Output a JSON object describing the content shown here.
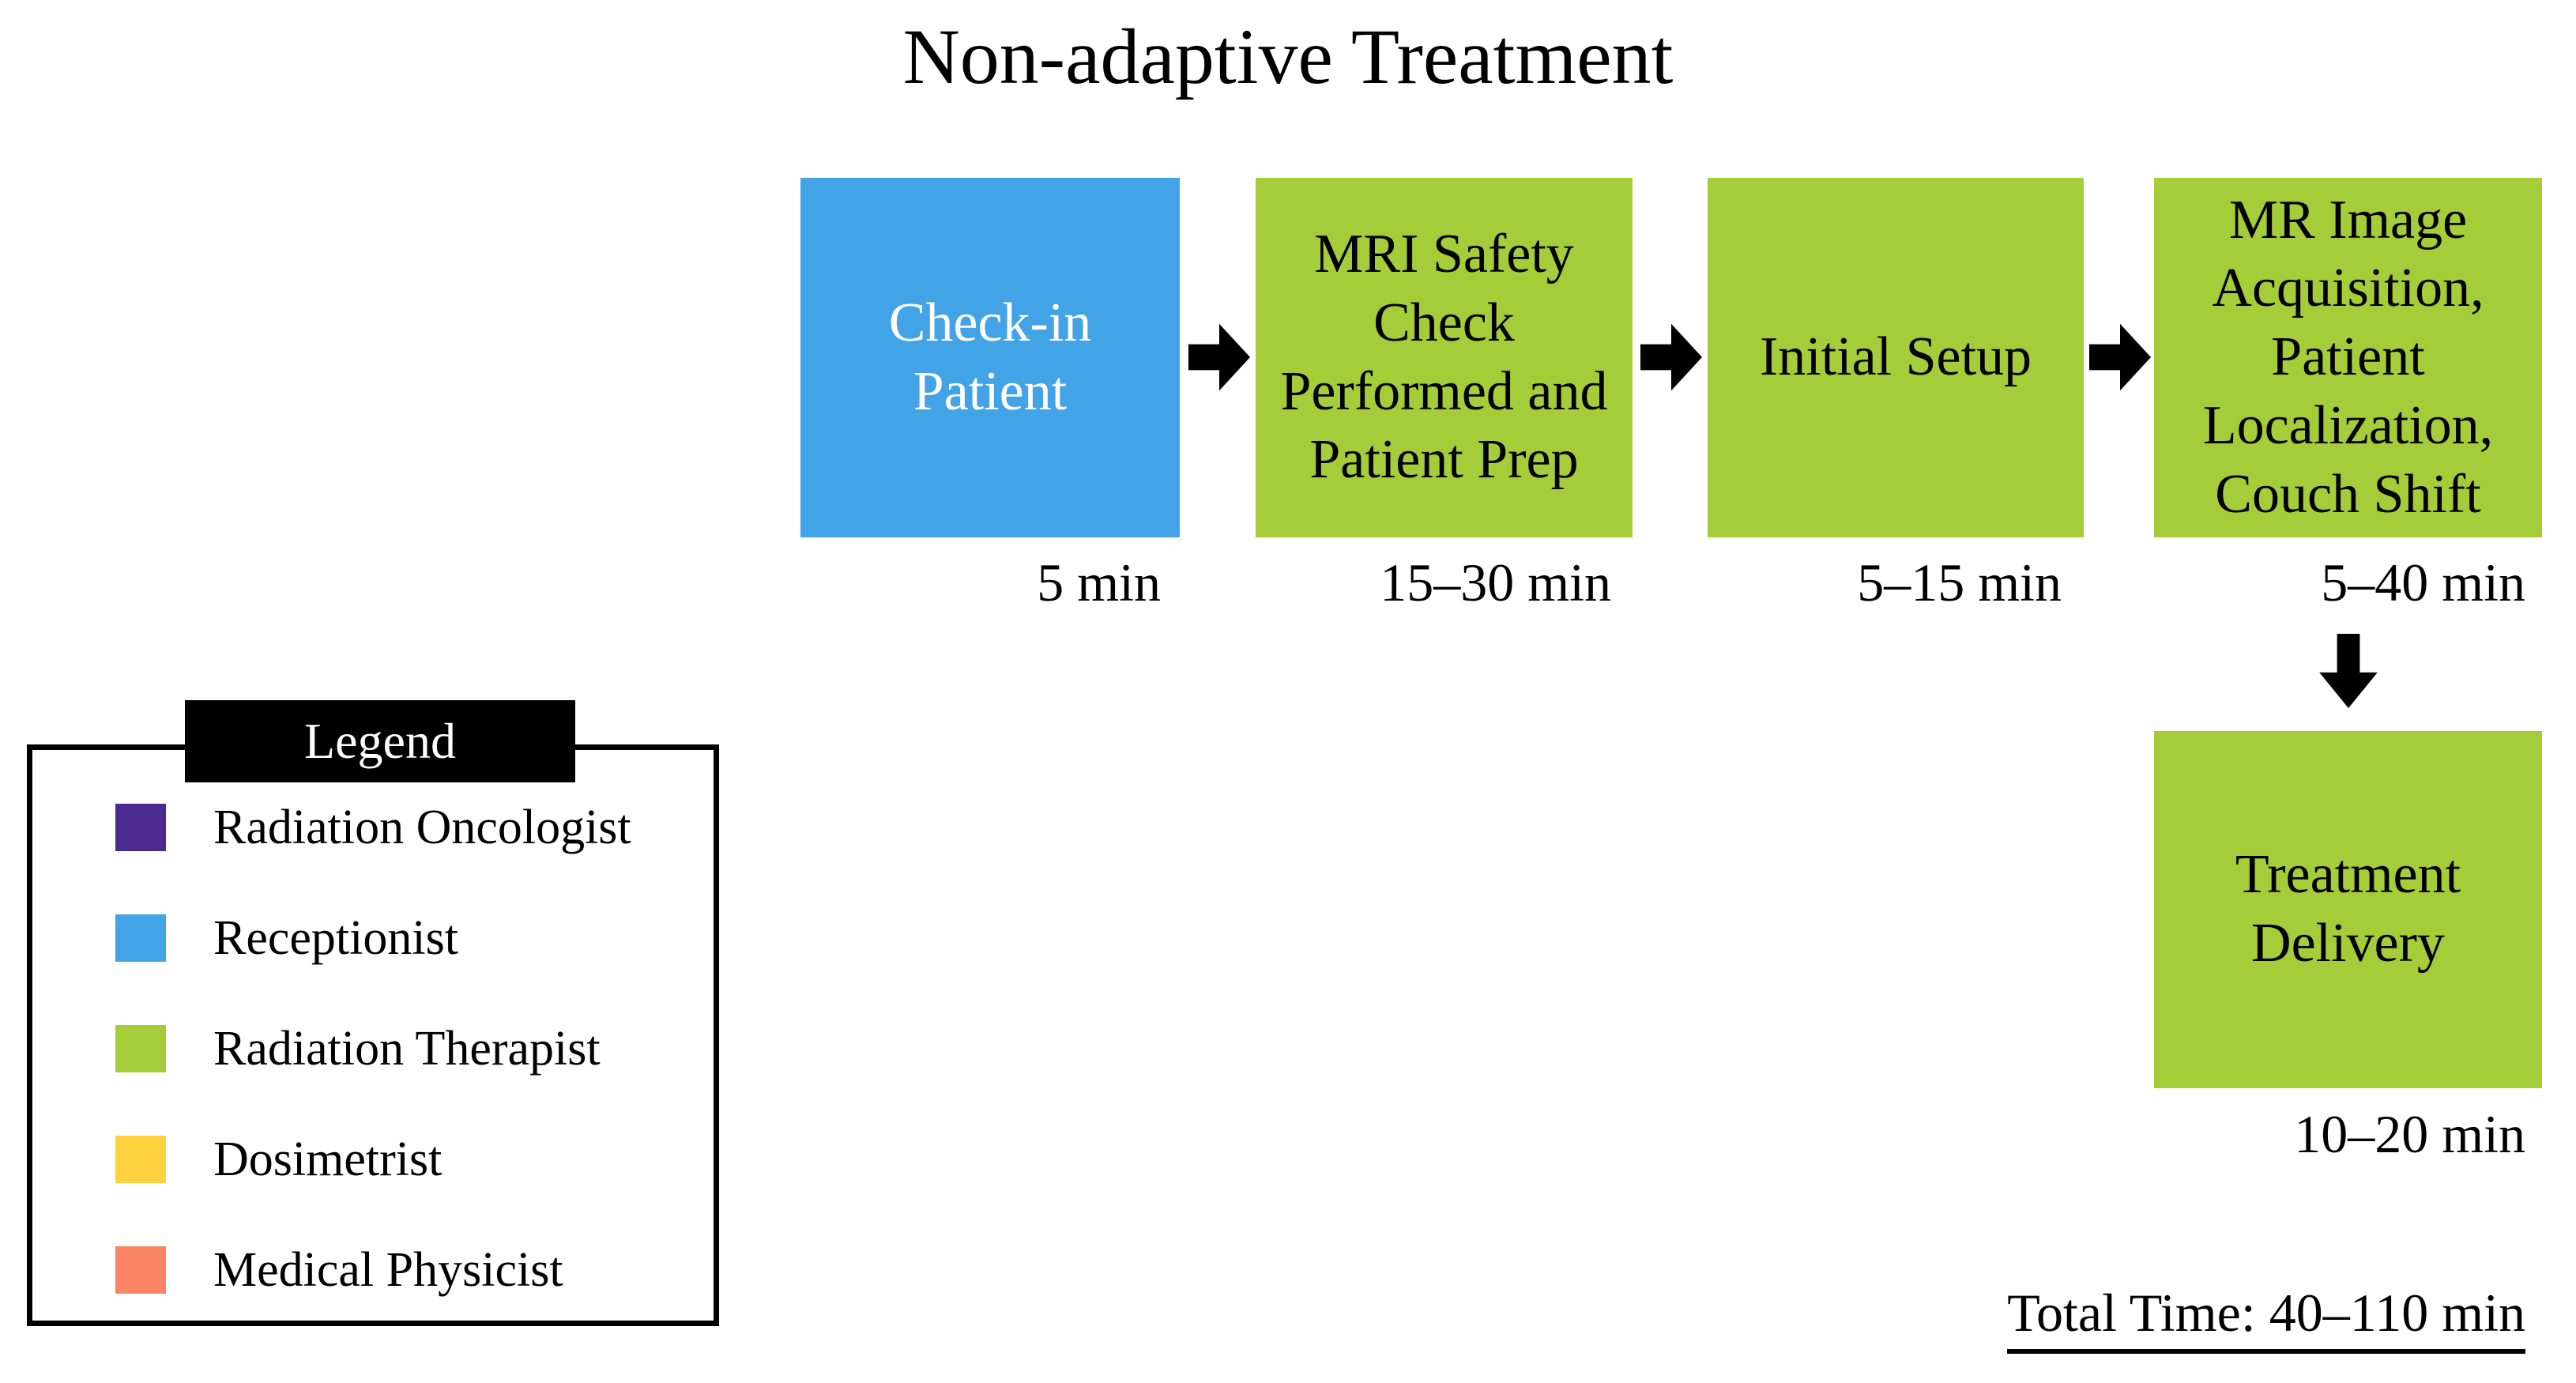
{
  "title": "Non-adaptive Treatment",
  "flow": {
    "steps": [
      {
        "name": "check-in-patient",
        "label": "Check-in\nPatient",
        "time": "5 min",
        "role": "Receptionist",
        "color": "#42A3E7"
      },
      {
        "name": "mri-safety-check",
        "label": "MRI Safety\nCheck\nPerformed and\nPatient Prep",
        "time": "15–30 min",
        "role": "Radiation Therapist",
        "color": "#A5CD39"
      },
      {
        "name": "initial-setup",
        "label": "Initial Setup",
        "time": "5–15 min",
        "role": "Radiation Therapist",
        "color": "#A5CD39"
      },
      {
        "name": "mr-image-acquisition",
        "label": "MR Image\nAcquisition,\nPatient\nLocalization,\nCouch Shift",
        "time": "5–40 min",
        "role": "Radiation Therapist",
        "color": "#A5CD39"
      },
      {
        "name": "treatment-delivery",
        "label": "Treatment\nDelivery",
        "time": "10–20 min",
        "role": "Radiation Therapist",
        "color": "#A5CD39"
      }
    ],
    "total_time_label": "Total Time: 40–110 min"
  },
  "legend": {
    "header": "Legend",
    "items": [
      {
        "label": "Radiation Oncologist",
        "color": "#4B2B8F"
      },
      {
        "label": "Receptionist",
        "color": "#42A3E7"
      },
      {
        "label": "Radiation Therapist",
        "color": "#A5CD39"
      },
      {
        "label": "Dosimetrist",
        "color": "#FED23F"
      },
      {
        "label": "Medical Physicist",
        "color": "#FA8465"
      }
    ]
  }
}
